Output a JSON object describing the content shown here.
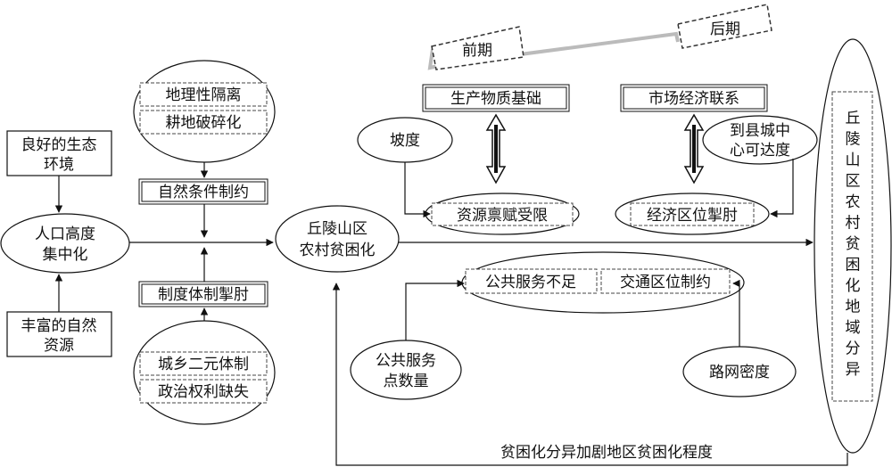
{
  "phases": {
    "early": "前期",
    "late": "后期"
  },
  "left": {
    "eco": [
      "良好的生态",
      "环境"
    ],
    "resources": [
      "丰富的自然",
      "资源"
    ],
    "population": [
      "人口高度",
      "集中化"
    ],
    "geo_isolation": "地理性隔离",
    "farmland": "耕地破碎化",
    "natural_constraint": "自然条件制约",
    "institutional_constraint": "制度体制掣肘",
    "urban_rural": "城乡二元体制",
    "political_rights": "政治权利缺失"
  },
  "center": {
    "poverty": [
      "丘陵山区",
      "农村贫困化"
    ]
  },
  "right": {
    "production_base": "生产物质基础",
    "market_link": "市场经济联系",
    "slope": "坡度",
    "county_access": [
      "到县城中",
      "心可达度"
    ],
    "resource_limit": "资源禀赋受限",
    "econ_location": "经济区位掣肘",
    "public_service_lack": "公共服务不足",
    "traffic_constraint": "交通区位制约",
    "service_points": [
      "公共服务",
      "点数量"
    ],
    "road_density": "路网密度",
    "spatial_diff": [
      "丘",
      "陵",
      "山",
      "区",
      "农",
      "村",
      "贫",
      "困",
      "化",
      "地",
      "域",
      "分",
      "异"
    ]
  },
  "feedback": "贫困化分异加剧地区贫困化程度"
}
